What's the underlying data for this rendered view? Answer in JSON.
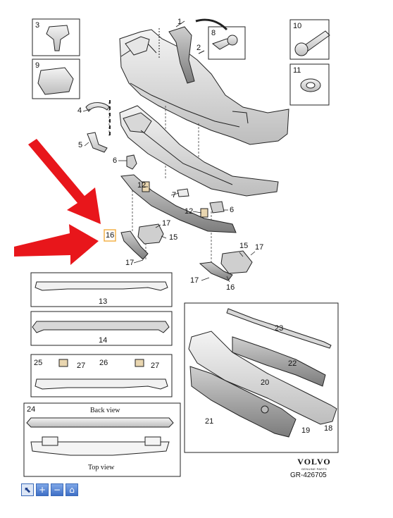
{
  "callouts": {
    "c1": "1",
    "c2": "2",
    "c3": "3",
    "c4": "4",
    "c5": "5",
    "c6a": "6",
    "c6b": "6",
    "c7a": "7",
    "c8": "8",
    "c9": "9",
    "c10": "10",
    "c11": "11",
    "c12a": "12",
    "c12b": "12",
    "c13": "13",
    "c14": "14",
    "c15a": "15",
    "c15b": "15",
    "c16a": "16",
    "c16b": "16",
    "c17a": "17",
    "c17b": "17",
    "c17c": "17",
    "c17d": "17",
    "c18": "18",
    "c19": "19",
    "c20": "20",
    "c21": "21",
    "c22": "22",
    "c23": "23",
    "c24": "24",
    "c25": "25",
    "c26": "26",
    "c27a": "27",
    "c27b": "27"
  },
  "views": {
    "back": "Back view",
    "top": "Top view"
  },
  "brand": {
    "logo": "VOLVO",
    "subtitle": "GENUINE PARTS"
  },
  "reference": "GR-426705",
  "colors": {
    "arrow": "#e8161b",
    "line": "#222222",
    "highlight": "#f3b24a"
  },
  "toolbar": {
    "items": [
      {
        "icon": "cursor-icon",
        "glyph": "⬉"
      },
      {
        "icon": "zoom-in-icon",
        "glyph": "+"
      },
      {
        "icon": "zoom-out-icon",
        "glyph": "−"
      },
      {
        "icon": "home-icon",
        "glyph": "⌂"
      }
    ]
  }
}
